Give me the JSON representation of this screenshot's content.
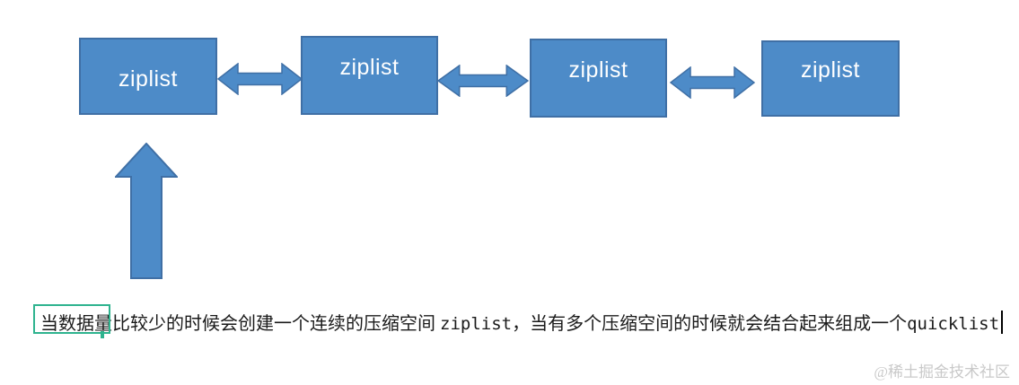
{
  "diagram": {
    "nodes": [
      {
        "label": "ziplist"
      },
      {
        "label": "ziplist"
      },
      {
        "label": "ziplist"
      },
      {
        "label": "ziplist"
      }
    ],
    "colors": {
      "node_fill": "#4d8bc8",
      "node_border": "#3f6fa5",
      "arrow_fill": "#4d8bc8",
      "arrow_border": "#3f6fa5"
    }
  },
  "caption": {
    "highlight": "当数据量",
    "part1": "比较少的时候会创建一个连续的压缩空间 ",
    "code1": "ziplist",
    "part2": "，当有多个压缩空间的时候就会结合起来组成一个",
    "code2": "quicklist",
    "highlight_color": "#2eb38e"
  },
  "watermark": {
    "text": "@稀土掘金技术社区",
    "color": "#c9c9c9"
  }
}
